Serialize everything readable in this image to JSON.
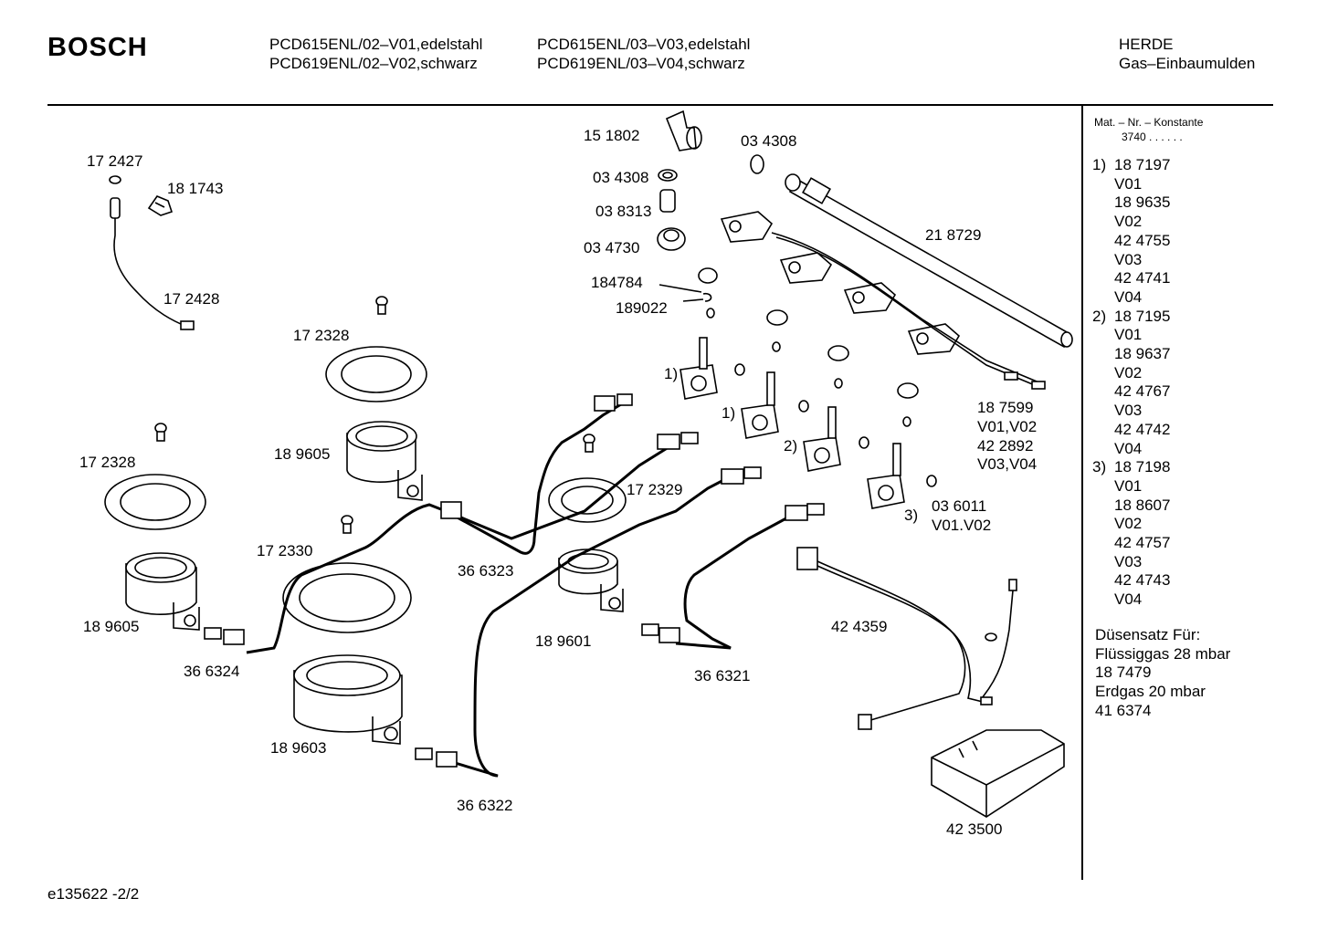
{
  "header": {
    "brand": "BOSCH",
    "models_col1": [
      "PCD615ENL/02–V01,edelstahl",
      "PCD619ENL/02–V02,schwarz"
    ],
    "models_col2": [
      "PCD615ENL/03–V03,edelstahl",
      "PCD619ENL/03–V04,schwarz"
    ],
    "category": [
      "HERDE",
      "Gas–Einbaumulden"
    ]
  },
  "parts": [
    "17 2427",
    "18 1743",
    "17 2428",
    "17 2328",
    "17 2328",
    "18 9605",
    "18 9605",
    "15 1802",
    "03 4308",
    "03 4308",
    "03 8313",
    "03 4730",
    "184784",
    "189022",
    "21 8729",
    "1)",
    "1)",
    "2)",
    "3)",
    "18 7599",
    "V01,V02",
    "42 2892",
    "V03,V04",
    "03 6011",
    "V01.V02",
    "17 2329",
    "17 2330",
    "36 6323",
    "18 9601",
    "36 6324",
    "36 6321",
    "42 4359",
    "18 9603",
    "36 6322",
    "42 3500"
  ],
  "sidebar": {
    "heading": "Mat. – Nr. – Konstante",
    "const_value": "3740  .  .  .  .  .  .",
    "groups": [
      {
        "label": "1)",
        "items": [
          "18 7197",
          "V01",
          "18 9635",
          "V02",
          "42 4755",
          "V03",
          "42 4741",
          "V04"
        ]
      },
      {
        "label": "2)",
        "items": [
          "18 7195",
          "V01",
          "18 9637",
          "V02",
          "42 4767",
          "V03",
          "42 4742",
          "V04"
        ]
      },
      {
        "label": "3)",
        "items": [
          "18 7198",
          "V01",
          "18 8607",
          "V02",
          "42 4757",
          "V03",
          "42 4743",
          "V04"
        ]
      }
    ],
    "notes": [
      "Düsensatz Für:",
      "Flüssiggas 28 mbar",
      "18 7479",
      "Erdgas 20 mbar",
      "41 6374"
    ]
  },
  "footer": {
    "doc_id": "e135622  -2/2"
  }
}
